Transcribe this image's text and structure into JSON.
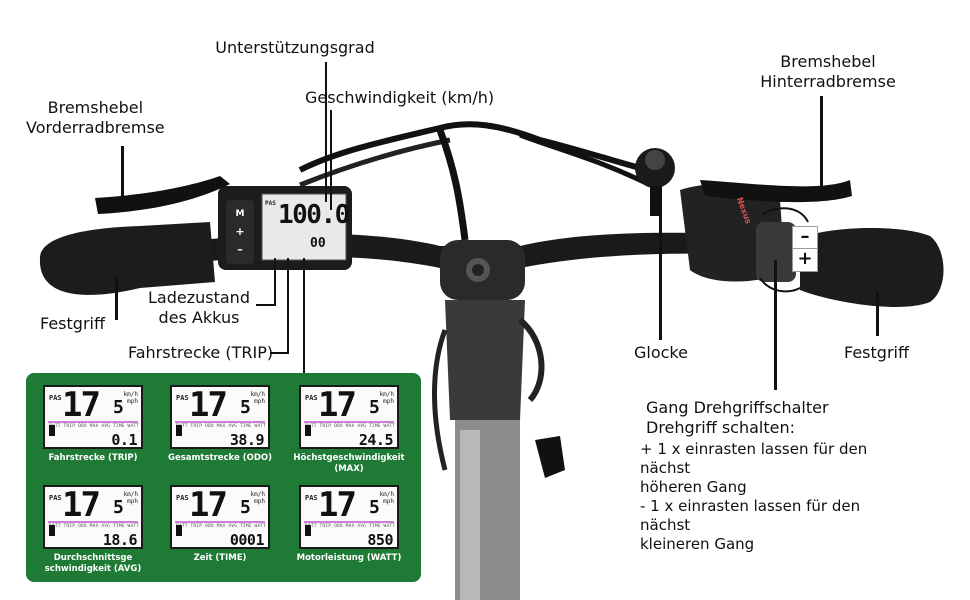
{
  "labels": {
    "support_level": "Unterstützungsgrad",
    "brake_front": [
      "Bremshebel",
      "Vorderradbremse"
    ],
    "speed": "Geschwindigkeit (km/h)",
    "brake_rear": [
      "Bremshebel",
      "Hinterradbremse"
    ],
    "grip_left": "Festgriff",
    "battery": [
      "Ladezustand",
      "des Akkus"
    ],
    "trip": "Fahrstrecke (TRIP)",
    "bell": "Glocke",
    "grip_right": "Festgriff",
    "shifter_title": [
      "Gang Drehgriffschalter",
      "Drehgriff schalten:"
    ],
    "shifter_lines": [
      " + 1 x einrasten lassen für den",
      "nächst",
      "höheren Gang",
      " - 1 x einrasten lassen für den",
      "nächst",
      "kleineren Gang"
    ]
  },
  "display": {
    "buttons": [
      "M",
      "+",
      "–"
    ],
    "pas": "PAS",
    "speed": "100.0",
    "trip": "00"
  },
  "shifter_marks": [
    "–",
    "+"
  ],
  "brand": "Nexus",
  "colors": {
    "panel": "#1f7a36",
    "pink": "#d27ae0"
  },
  "screens": [
    {
      "big": "17",
      "small": "5",
      "mode": "TRIP",
      "value": "0.1",
      "caption": [
        "Fahrstrecke (TRIP)"
      ]
    },
    {
      "big": "17",
      "small": "5",
      "mode": "ODO",
      "value": "38.9",
      "caption": [
        "Gesamtstrecke (ODO)"
      ]
    },
    {
      "big": "17",
      "small": "5",
      "mode": "MAX",
      "value": "24.5",
      "caption": [
        "Höchstgeschwindigkeit (MAX)"
      ]
    },
    {
      "big": "17",
      "small": "5",
      "mode": "AVG",
      "value": "18.6",
      "caption": [
        "Durchschnittsge",
        "schwindigkeit (AVG)"
      ]
    },
    {
      "big": "17",
      "small": "5",
      "mode": "TIME",
      "value": "0001",
      "caption": [
        "Zeit (TIME)"
      ]
    },
    {
      "big": "17",
      "small": "5",
      "mode": "WATT",
      "value": "850",
      "caption": [
        "Motorleistung (WATT)"
      ]
    }
  ],
  "screen_common": {
    "pas": "PAS",
    "kmh": [
      "km/h",
      "mph"
    ],
    "modes_row": "BATT TRIP ODO MAX AVG TIME WATT"
  }
}
